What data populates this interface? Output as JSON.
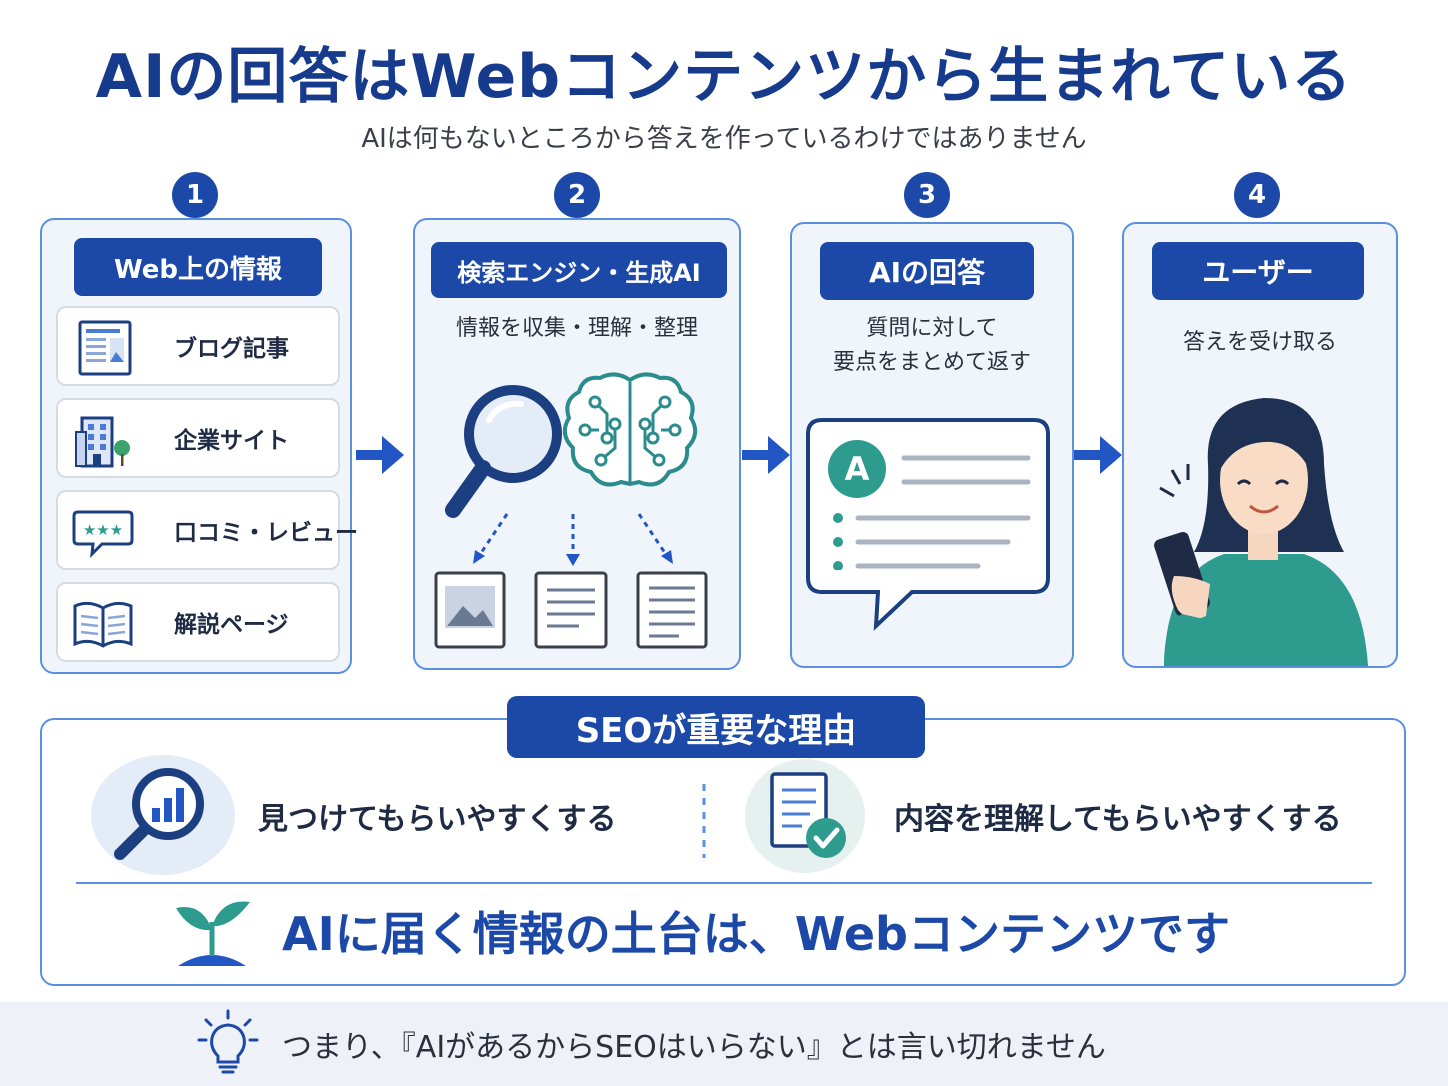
{
  "title": "AIの回答はWebコンテンツから生まれている",
  "subtitle": "AIは何もないところから答えを作っているわけではありません",
  "steps": [
    {
      "number": "1",
      "label": "Web上の情報",
      "items": [
        "ブログ記事",
        "企業サイト",
        "口コミ・レビュー",
        "解説ページ"
      ]
    },
    {
      "number": "2",
      "label": "検索エンジン・生成AI",
      "description": "情報を収集・理解・整理"
    },
    {
      "number": "3",
      "label": "AIの回答",
      "description_line1": "質問に対して",
      "description_line2": "要点をまとめて返す",
      "bubble_letter": "A"
    },
    {
      "number": "4",
      "label": "ユーザー",
      "description": "答えを受け取る"
    }
  ],
  "seo": {
    "title": "SEOが重要な理由",
    "reasons": [
      "見つけてもらいやすくする",
      "内容を理解してもらいやすくする"
    ],
    "conclusion": "AIに届く情報の土台は、Webコンテンツです"
  },
  "footer": "つまり、『AIがあるからSEOはいらない』とは言い切れません",
  "colors": {
    "primary": "#1c49a8",
    "border": "#5b8fe0",
    "title": "#163a8c",
    "teal": "#2e9b8f"
  },
  "icons": [
    "document-icon",
    "building-icon",
    "review-icon",
    "book-icon",
    "magnifier-icon",
    "ai-brain-icon",
    "image-doc-icon",
    "text-doc-icon",
    "answer-bubble-icon",
    "user-phone-icon",
    "search-chart-icon",
    "doc-check-icon",
    "sprout-icon",
    "lightbulb-icon"
  ]
}
